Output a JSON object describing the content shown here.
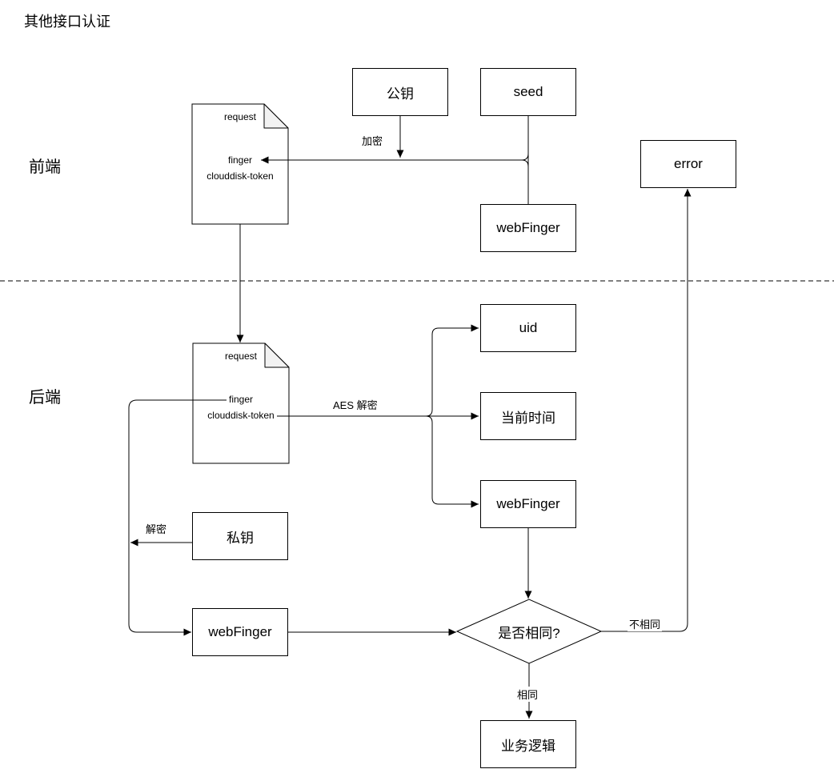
{
  "diagram": {
    "title": "其他接口认证",
    "lanes": {
      "frontend": "前端",
      "backend": "后端"
    },
    "nodes": {
      "public_key": "公钥",
      "seed": "seed",
      "error": "error",
      "webfinger_front": "webFinger",
      "uid": "uid",
      "current_time": "当前时间",
      "webfinger_backend": "webFinger",
      "private_key": "私钥",
      "webfinger_compare": "webFinger",
      "decision": "是否相同?",
      "business_logic": "业务逻辑"
    },
    "documents": {
      "frontend_request": {
        "title": "request",
        "field1": "finger",
        "field2": "clouddisk-token"
      },
      "backend_request": {
        "title": "request",
        "field1": "finger",
        "field2": "clouddisk-token"
      }
    },
    "edge_labels": {
      "encrypt": "加密",
      "aes_decrypt": "AES 解密",
      "decrypt": "解密",
      "not_equal": "不相同",
      "equal": "相同"
    },
    "colors": {
      "stroke": "#000000",
      "fold_fill": "#f2f2f2",
      "background": "#ffffff"
    }
  }
}
